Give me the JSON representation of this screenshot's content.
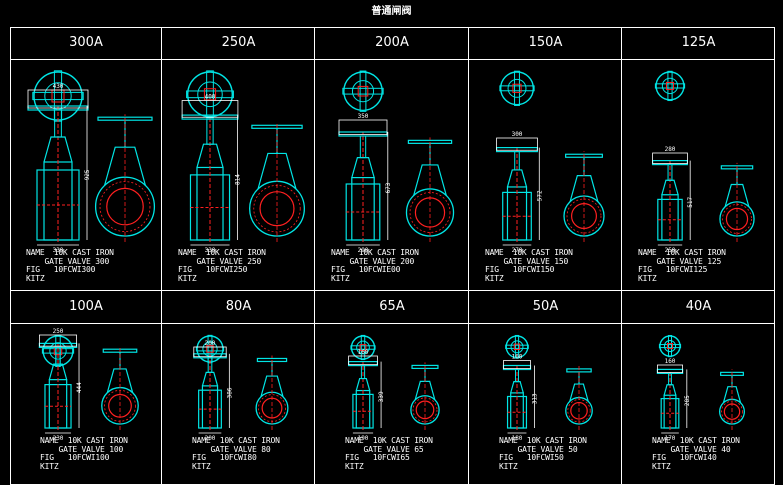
{
  "title": "普通闸阀",
  "colors": {
    "frame": "#ffffff",
    "outline": "#00e5e5",
    "center": "#ff2020",
    "dim": "#ffffff",
    "bg": "#000000"
  },
  "valves": [
    {
      "size": "300A",
      "name1": "NAME  10K CAST IRON",
      "name2": "GATE VALVE 300",
      "fig": "FIG   10FCWI300",
      "maker": "KITZ",
      "dim_w": "430",
      "dim_h": "925",
      "dim_b": "330"
    },
    {
      "size": "250A",
      "name1": "NAME  10K CAST IRON",
      "name2": "GATE VALVE 250",
      "fig": "FIG   10FCWI250",
      "maker": "KITZ",
      "dim_w": "400",
      "dim_h": "814",
      "dim_b": "330"
    },
    {
      "size": "200A",
      "name1": "NAME  10K CAST IRON",
      "name2": "GATE VALVE 200",
      "fig": "FIG   10FCWIE00",
      "maker": "KITZ",
      "dim_w": "350",
      "dim_h": "673",
      "dim_b": "290"
    },
    {
      "size": "150A",
      "name1": "NAME  10K CAST IRON",
      "name2": "GATE VALVE 150",
      "fig": "FIG   10FCWI150",
      "maker": "KITZ",
      "dim_w": "300",
      "dim_h": "572",
      "dim_b": "270"
    },
    {
      "size": "125A",
      "name1": "NAME  10K CAST IRON",
      "name2": "GATE VALVE 125",
      "fig": "FIG   10FCWI125",
      "maker": "KITZ",
      "dim_w": "280",
      "dim_h": "517",
      "dim_b": "250"
    },
    {
      "size": "100A",
      "name1": "NAME  10K CAST IRON",
      "name2": "GATE VALVE 100",
      "fig": "FIG   10FCWI100",
      "maker": "KITZ",
      "dim_w": "250",
      "dim_h": "444",
      "dim_b": "230"
    },
    {
      "size": "80A",
      "name1": "NAME  10K CAST IRON",
      "name2": "GATE VALVE 80",
      "fig": "FIG   10FCWI80",
      "maker": "KITZ",
      "dim_w": "200",
      "dim_h": "386",
      "dim_b": "200"
    },
    {
      "size": "65A",
      "name1": "NAME  10K CAST IRON",
      "name2": "GATE VALVE 65",
      "fig": "FIG   10FCWI65",
      "maker": "KITZ",
      "dim_w": "160",
      "dim_h": "339",
      "dim_b": "190"
    },
    {
      "size": "50A",
      "name1": "NAME  10K CAST IRON",
      "name2": "GATE VALVE 50",
      "fig": "FIG   10FCWI50",
      "maker": "KITZ",
      "dim_w": "160",
      "dim_h": "313",
      "dim_b": "180"
    },
    {
      "size": "40A",
      "name1": "NAME  10K CAST IRON",
      "name2": "GATE VALVE 40",
      "fig": "FIG   10FCWI40",
      "maker": "KITZ",
      "dim_w": "160",
      "dim_h": "285",
      "dim_b": "170"
    }
  ]
}
